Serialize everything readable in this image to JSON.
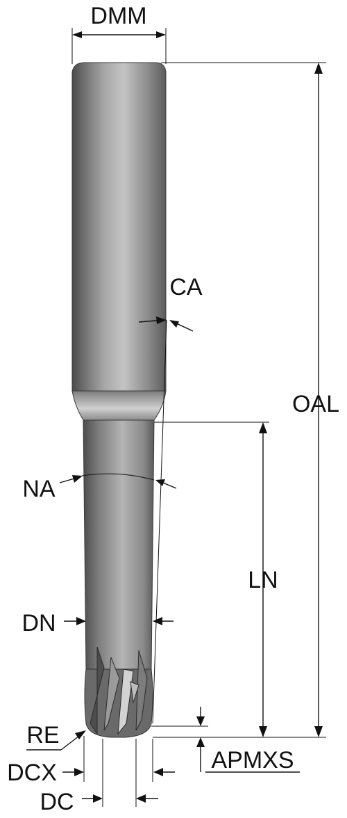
{
  "diagram": {
    "labels": {
      "dmm": "DMM",
      "ca": "CA",
      "oal": "OAL",
      "na": "NA",
      "ln": "LN",
      "dn": "DN",
      "re": "RE",
      "dcx": "DCX",
      "apmxs": "APMXS",
      "dc": "DC"
    },
    "colors": {
      "tool_dark": "#5a5a5a",
      "tool_light": "#b9b9b9",
      "line": "#111111"
    }
  }
}
